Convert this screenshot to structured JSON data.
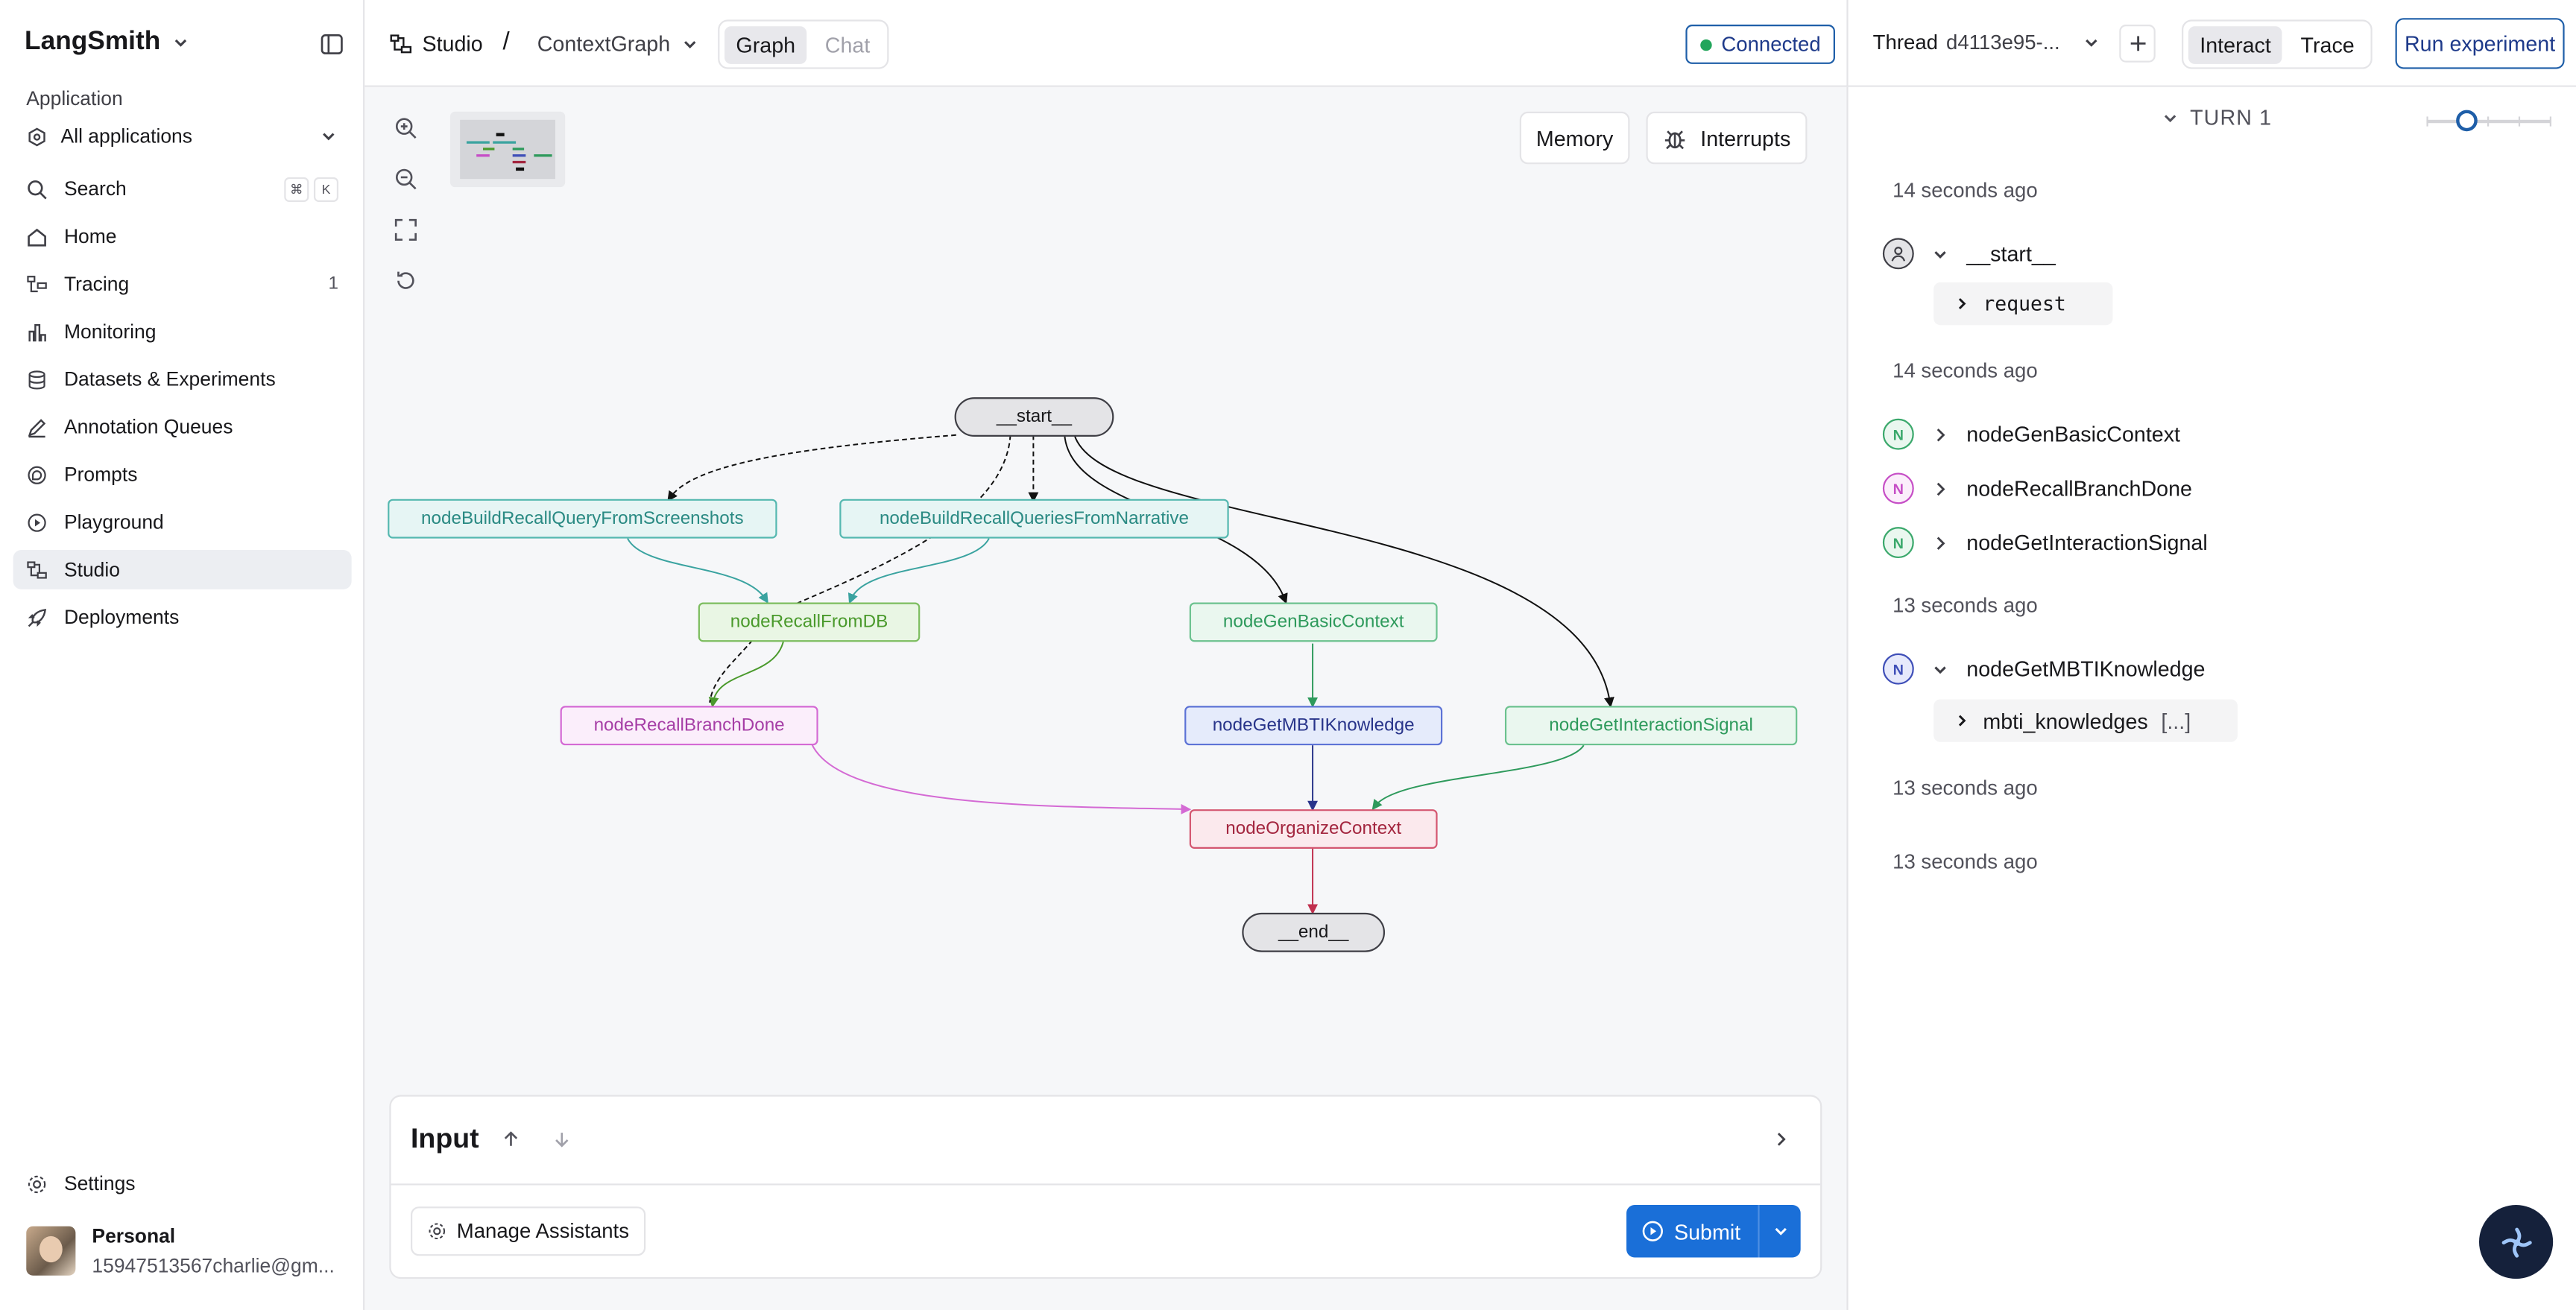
{
  "sidebar": {
    "brand": "LangSmith",
    "section_label": "Application",
    "app_select": "All applications",
    "items": [
      {
        "label": "Search",
        "kbd": [
          "⌘",
          "K"
        ]
      },
      {
        "label": "Home"
      },
      {
        "label": "Tracing",
        "count": "1"
      },
      {
        "label": "Monitoring"
      },
      {
        "label": "Datasets & Experiments"
      },
      {
        "label": "Annotation Queues"
      },
      {
        "label": "Prompts"
      },
      {
        "label": "Playground"
      },
      {
        "label": "Studio",
        "active": true
      },
      {
        "label": "Deployments"
      }
    ],
    "settings": "Settings",
    "profile": {
      "name": "Personal",
      "email": "15947513567charlie@gm..."
    }
  },
  "topbar": {
    "studio": "Studio",
    "separator": "/",
    "graph_name": "ContextGraph",
    "tabs": [
      "Graph",
      "Chat"
    ],
    "status": "Connected",
    "thread_label": "Thread",
    "thread_id": "d4113e95-...",
    "mode_tabs": [
      "Interact",
      "Trace"
    ],
    "run_button": "Run experiment"
  },
  "canvas": {
    "memory_button": "Memory",
    "interrupts_button": "Interrupts",
    "nodes": {
      "start": "__start__",
      "n1": "nodeBuildRecallQueryFromScreenshots",
      "n2": "nodeBuildRecallQueriesFromNarrative",
      "n3": "nodeRecallFromDB",
      "n4": "nodeGenBasicContext",
      "n5": "nodeRecallBranchDone",
      "n6": "nodeGetMBTIKnowledge",
      "n7": "nodeGetInteractionSignal",
      "n8": "nodeOrganizeContext",
      "end": "__end__"
    }
  },
  "input_panel": {
    "title": "Input",
    "manage_button": "Manage Assistants",
    "submit_button": "Submit"
  },
  "thread_panel": {
    "turn_label": "TURN 1",
    "events": [
      {
        "time": "14 seconds ago"
      },
      {
        "badge": "",
        "name": "__start__",
        "child": "request"
      },
      {
        "time": "14 seconds ago"
      },
      {
        "badge": "N",
        "name": "nodeGenBasicContext"
      },
      {
        "badge": "N",
        "name": "nodeRecallBranchDone"
      },
      {
        "badge": "N",
        "name": "nodeGetInteractionSignal"
      },
      {
        "time": "13 seconds ago"
      },
      {
        "badge": "N",
        "name": "nodeGetMBTIKnowledge",
        "child": "mbti_knowledges",
        "child_suffix": "[...]"
      },
      {
        "time": "13 seconds ago"
      },
      {
        "time": "13 seconds ago"
      }
    ]
  },
  "colors": {
    "accent": "#1a6fd8",
    "connected_dot": "#22a55b"
  }
}
